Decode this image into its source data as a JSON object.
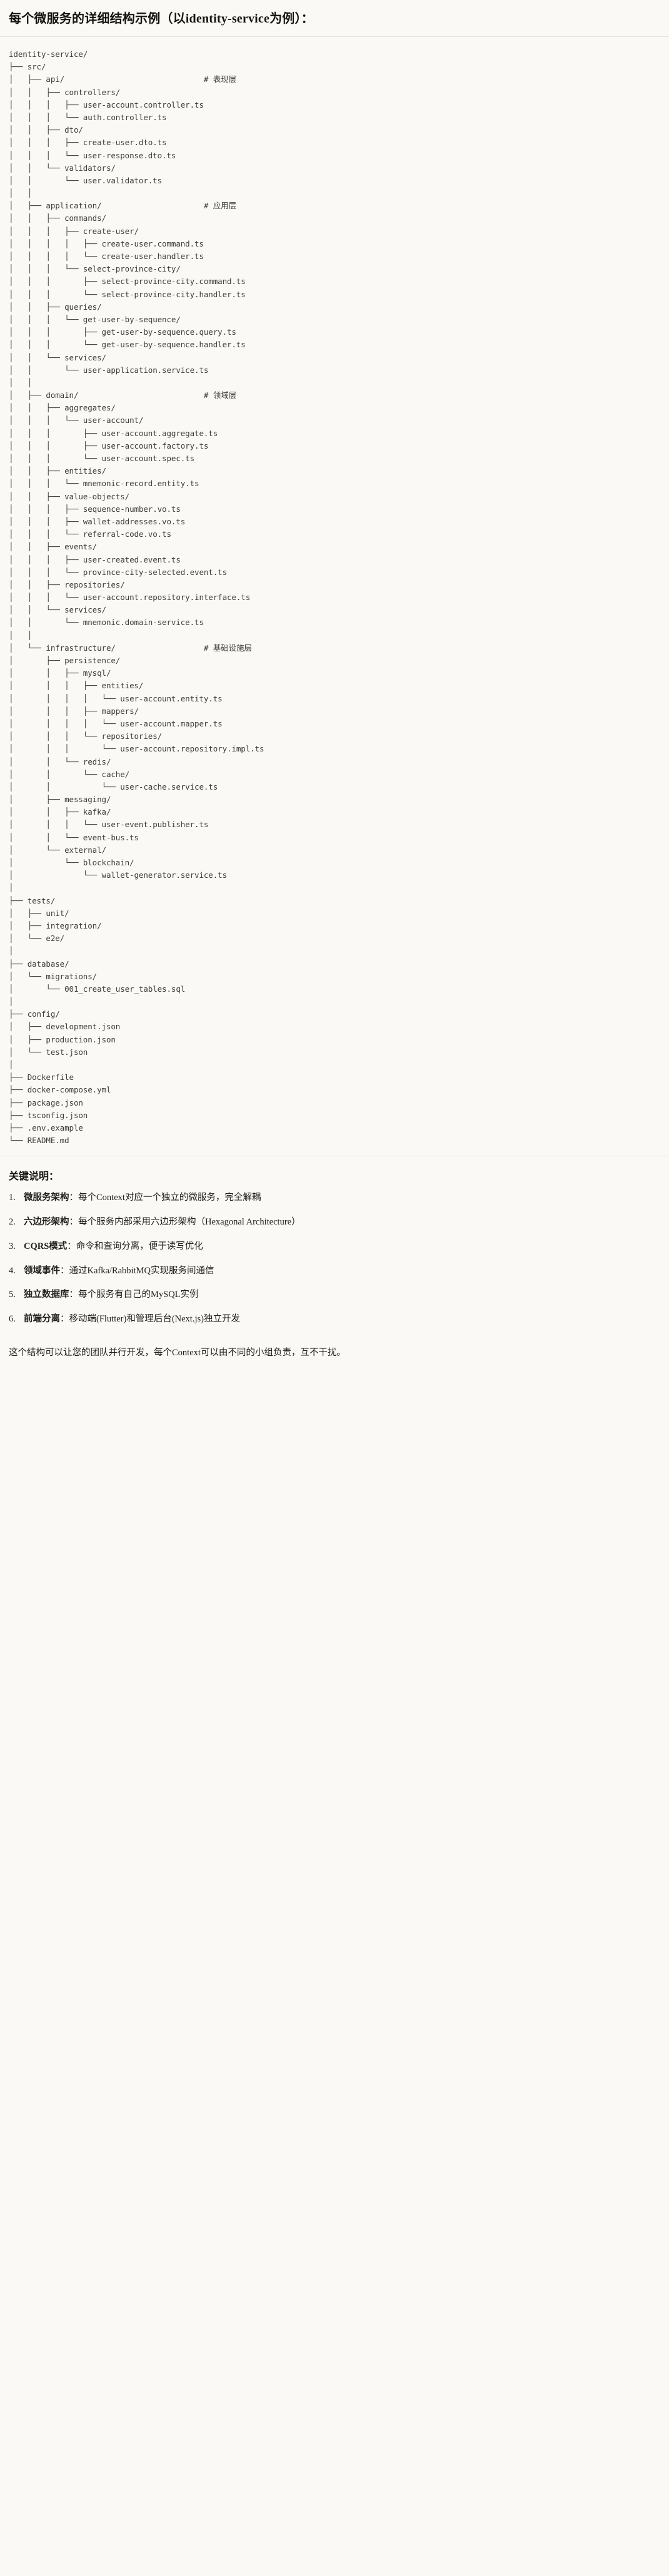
{
  "heading": {
    "title": "每个微服务的详细结构示例（以identity-service为例）："
  },
  "tree": {
    "root": "identity-service/",
    "lines": [
      {
        "text": "identity-service/",
        "comment": ""
      },
      {
        "text": "├── src/",
        "comment": ""
      },
      {
        "text": "│   ├── api/",
        "comment": "# 表现层"
      },
      {
        "text": "│   │   ├── controllers/",
        "comment": ""
      },
      {
        "text": "│   │   │   ├── user-account.controller.ts",
        "comment": ""
      },
      {
        "text": "│   │   │   └── auth.controller.ts",
        "comment": ""
      },
      {
        "text": "│   │   ├── dto/",
        "comment": ""
      },
      {
        "text": "│   │   │   ├── create-user.dto.ts",
        "comment": ""
      },
      {
        "text": "│   │   │   └── user-response.dto.ts",
        "comment": ""
      },
      {
        "text": "│   │   └── validators/",
        "comment": ""
      },
      {
        "text": "│   │       └── user.validator.ts",
        "comment": ""
      },
      {
        "text": "│   │",
        "comment": ""
      },
      {
        "text": "│   ├── application/",
        "comment": "# 应用层"
      },
      {
        "text": "│   │   ├── commands/",
        "comment": ""
      },
      {
        "text": "│   │   │   ├── create-user/",
        "comment": ""
      },
      {
        "text": "│   │   │   │   ├── create-user.command.ts",
        "comment": ""
      },
      {
        "text": "│   │   │   │   └── create-user.handler.ts",
        "comment": ""
      },
      {
        "text": "│   │   │   └── select-province-city/",
        "comment": ""
      },
      {
        "text": "│   │   │       ├── select-province-city.command.ts",
        "comment": ""
      },
      {
        "text": "│   │   │       └── select-province-city.handler.ts",
        "comment": ""
      },
      {
        "text": "│   │   ├── queries/",
        "comment": ""
      },
      {
        "text": "│   │   │   └── get-user-by-sequence/",
        "comment": ""
      },
      {
        "text": "│   │   │       ├── get-user-by-sequence.query.ts",
        "comment": ""
      },
      {
        "text": "│   │   │       └── get-user-by-sequence.handler.ts",
        "comment": ""
      },
      {
        "text": "│   │   └── services/",
        "comment": ""
      },
      {
        "text": "│   │       └── user-application.service.ts",
        "comment": ""
      },
      {
        "text": "│   │",
        "comment": ""
      },
      {
        "text": "│   ├── domain/",
        "comment": "# 领域层"
      },
      {
        "text": "│   │   ├── aggregates/",
        "comment": ""
      },
      {
        "text": "│   │   │   └── user-account/",
        "comment": ""
      },
      {
        "text": "│   │   │       ├── user-account.aggregate.ts",
        "comment": ""
      },
      {
        "text": "│   │   │       ├── user-account.factory.ts",
        "comment": ""
      },
      {
        "text": "│   │   │       └── user-account.spec.ts",
        "comment": ""
      },
      {
        "text": "│   │   ├── entities/",
        "comment": ""
      },
      {
        "text": "│   │   │   └── mnemonic-record.entity.ts",
        "comment": ""
      },
      {
        "text": "│   │   ├── value-objects/",
        "comment": ""
      },
      {
        "text": "│   │   │   ├── sequence-number.vo.ts",
        "comment": ""
      },
      {
        "text": "│   │   │   ├── wallet-addresses.vo.ts",
        "comment": ""
      },
      {
        "text": "│   │   │   └── referral-code.vo.ts",
        "comment": ""
      },
      {
        "text": "│   │   ├── events/",
        "comment": ""
      },
      {
        "text": "│   │   │   ├── user-created.event.ts",
        "comment": ""
      },
      {
        "text": "│   │   │   └── province-city-selected.event.ts",
        "comment": ""
      },
      {
        "text": "│   │   ├── repositories/",
        "comment": ""
      },
      {
        "text": "│   │   │   └── user-account.repository.interface.ts",
        "comment": ""
      },
      {
        "text": "│   │   └── services/",
        "comment": ""
      },
      {
        "text": "│   │       └── mnemonic.domain-service.ts",
        "comment": ""
      },
      {
        "text": "│   │",
        "comment": ""
      },
      {
        "text": "│   └── infrastructure/",
        "comment": "# 基础设施层"
      },
      {
        "text": "│       ├── persistence/",
        "comment": ""
      },
      {
        "text": "│       │   ├── mysql/",
        "comment": ""
      },
      {
        "text": "│       │   │   ├── entities/",
        "comment": ""
      },
      {
        "text": "│       │   │   │   └── user-account.entity.ts",
        "comment": ""
      },
      {
        "text": "│       │   │   ├── mappers/",
        "comment": ""
      },
      {
        "text": "│       │   │   │   └── user-account.mapper.ts",
        "comment": ""
      },
      {
        "text": "│       │   │   └── repositories/",
        "comment": ""
      },
      {
        "text": "│       │   │       └── user-account.repository.impl.ts",
        "comment": ""
      },
      {
        "text": "│       │   └── redis/",
        "comment": ""
      },
      {
        "text": "│       │       └── cache/",
        "comment": ""
      },
      {
        "text": "│       │           └── user-cache.service.ts",
        "comment": ""
      },
      {
        "text": "│       ├── messaging/",
        "comment": ""
      },
      {
        "text": "│       │   ├── kafka/",
        "comment": ""
      },
      {
        "text": "│       │   │   └── user-event.publisher.ts",
        "comment": ""
      },
      {
        "text": "│       │   └── event-bus.ts",
        "comment": ""
      },
      {
        "text": "│       └── external/",
        "comment": ""
      },
      {
        "text": "│           └── blockchain/",
        "comment": ""
      },
      {
        "text": "│               └── wallet-generator.service.ts",
        "comment": ""
      },
      {
        "text": "│",
        "comment": ""
      },
      {
        "text": "├── tests/",
        "comment": ""
      },
      {
        "text": "│   ├── unit/",
        "comment": ""
      },
      {
        "text": "│   ├── integration/",
        "comment": ""
      },
      {
        "text": "│   └── e2e/",
        "comment": ""
      },
      {
        "text": "│",
        "comment": ""
      },
      {
        "text": "├── database/",
        "comment": ""
      },
      {
        "text": "│   └── migrations/",
        "comment": ""
      },
      {
        "text": "│       └── 001_create_user_tables.sql",
        "comment": ""
      },
      {
        "text": "│",
        "comment": ""
      },
      {
        "text": "├── config/",
        "comment": ""
      },
      {
        "text": "│   ├── development.json",
        "comment": ""
      },
      {
        "text": "│   ├── production.json",
        "comment": ""
      },
      {
        "text": "│   └── test.json",
        "comment": ""
      },
      {
        "text": "│",
        "comment": ""
      },
      {
        "text": "├── Dockerfile",
        "comment": ""
      },
      {
        "text": "├── docker-compose.yml",
        "comment": ""
      },
      {
        "text": "├── package.json",
        "comment": ""
      },
      {
        "text": "├── tsconfig.json",
        "comment": ""
      },
      {
        "text": "├── .env.example",
        "comment": ""
      },
      {
        "text": "└── README.md",
        "comment": ""
      }
    ],
    "comment_column": 42
  },
  "notes": {
    "title": "关键说明：",
    "items": [
      {
        "lead": "微服务架构",
        "body": "：每个Context对应一个独立的微服务，完全解耦"
      },
      {
        "lead": "六边形架构",
        "body": "：每个服务内部采用六边形架构（Hexagonal Architecture）"
      },
      {
        "lead": "CQRS模式",
        "body": "：命令和查询分离，便于读写优化"
      },
      {
        "lead": "领域事件",
        "body": "：通过Kafka/RabbitMQ实现服务间通信"
      },
      {
        "lead": "独立数据库",
        "body": "：每个服务有自己的MySQL实例"
      },
      {
        "lead": "前端分离",
        "body": "：移动端(Flutter)和管理后台(Next.js)独立开发"
      }
    ],
    "closing": "这个结构可以让您的团队并行开发，每个Context可以由不同的小组负责，互不干扰。"
  },
  "colors": {
    "background": "#faf9f5",
    "text": "#1f1f1d",
    "code_text": "#3c3c3a",
    "rule": "#e6e4dd"
  }
}
